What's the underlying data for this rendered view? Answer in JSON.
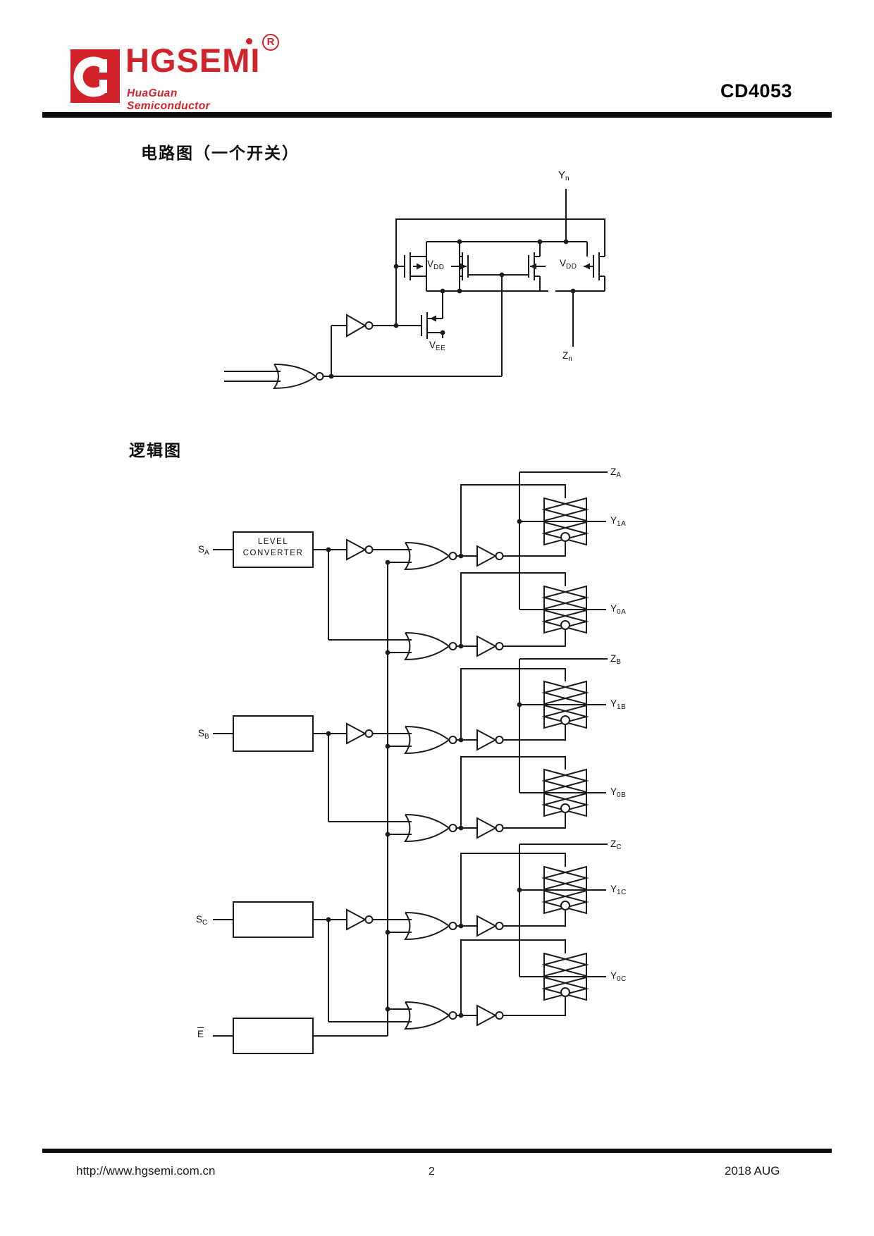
{
  "header": {
    "brand": "HGSEMI",
    "registered": "R",
    "tagline": "HuaGuan Semiconductor",
    "part_number": "CD4053",
    "brand_color": "#d2232a"
  },
  "sections": {
    "circuit_title": "电路图（一个开关）",
    "logic_title": "逻辑图"
  },
  "circuit_diagram": {
    "labels": {
      "yn": {
        "main": "Y",
        "sub": "n"
      },
      "vdd_left": {
        "main": "V",
        "sub": "DD"
      },
      "vdd_right": {
        "main": "V",
        "sub": "DD"
      },
      "vee": {
        "main": "V",
        "sub": "EE"
      },
      "zn": {
        "main": "Z",
        "sub": "n"
      }
    }
  },
  "logic_diagram": {
    "level_converter_line1": "LEVEL",
    "level_converter_line2": "CONVERTER",
    "inputs": [
      {
        "main": "S",
        "sub": "A"
      },
      {
        "main": "S",
        "sub": "B"
      },
      {
        "main": "S",
        "sub": "C"
      },
      {
        "main": "E",
        "sub": ""
      }
    ],
    "outputs": [
      {
        "main": "Z",
        "sub": "A"
      },
      {
        "main": "Y",
        "sub": "1A"
      },
      {
        "main": "Y",
        "sub": "0A"
      },
      {
        "main": "Z",
        "sub": "B"
      },
      {
        "main": "Y",
        "sub": "1B"
      },
      {
        "main": "Y",
        "sub": "0B"
      },
      {
        "main": "Z",
        "sub": "C"
      },
      {
        "main": "Y",
        "sub": "1C"
      },
      {
        "main": "Y",
        "sub": "0C"
      }
    ]
  },
  "footer": {
    "url": "http://www.hgsemi.com.cn",
    "page_number": "2",
    "date": "2018 AUG"
  }
}
